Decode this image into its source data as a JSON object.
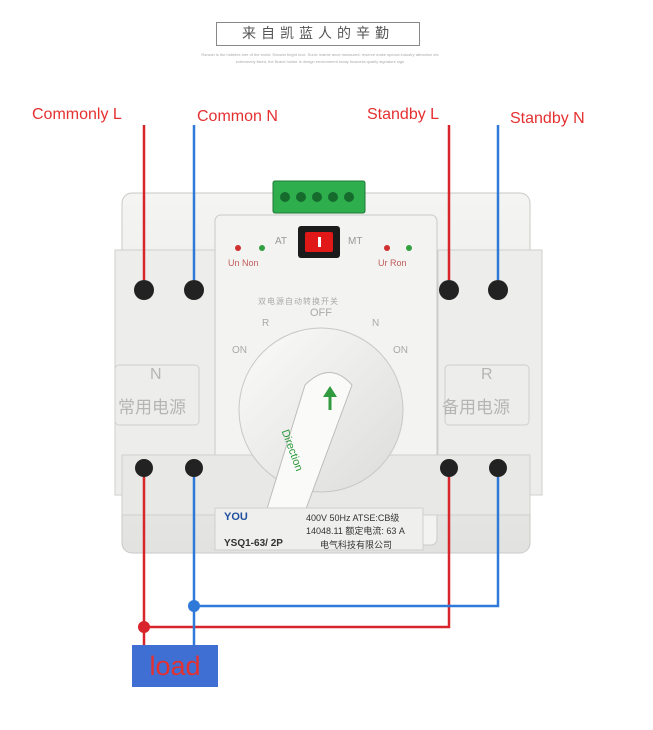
{
  "banner": {
    "title": "来自凯蓝人的辛勤",
    "fine_print_1": "Ranwin is the hobbies tree of the world. Ranwin bright love. Sonic mainte ance measured. reserve make special industry attraction etc",
    "fine_print_2": "extensively listed, the Brand holder is design environment today business quality signature sign"
  },
  "labels": {
    "commonly_l": "Commonly  L",
    "common_n": "Common N",
    "standby_l": "Standby  L",
    "standby_n": "Standby   N",
    "load": "load"
  },
  "device": {
    "panel_left": {
      "letter": "N",
      "text": "常用电源"
    },
    "panel_right": {
      "letter": "R",
      "text": "备用电源"
    },
    "indicator_left": "Un  Non",
    "indicator_right": "Ur  Ron",
    "at": "AT",
    "mt": "MT",
    "off": "OFF",
    "r": "R",
    "n": "N",
    "on_left": "ON",
    "on_right": "ON",
    "top_caption": "双电源自动转换开关",
    "knob_text": "Direction",
    "brand": "YOU",
    "spec_1": "400V 50Hz  ATSE:CB级",
    "spec_2": "14048.11 额定电流:  63  A",
    "model": "YSQ1-63/ 2P",
    "maker": "电气科技有限公司"
  },
  "colors": {
    "live_wire": "#d8242b",
    "neutral_wire": "#2f7ad8",
    "label_text": "#e53030",
    "load_box": "#3f6fd2",
    "switch_red": "#e01818",
    "terminal_green": "#2fae4e",
    "arrow_green": "#2f9a3e"
  }
}
